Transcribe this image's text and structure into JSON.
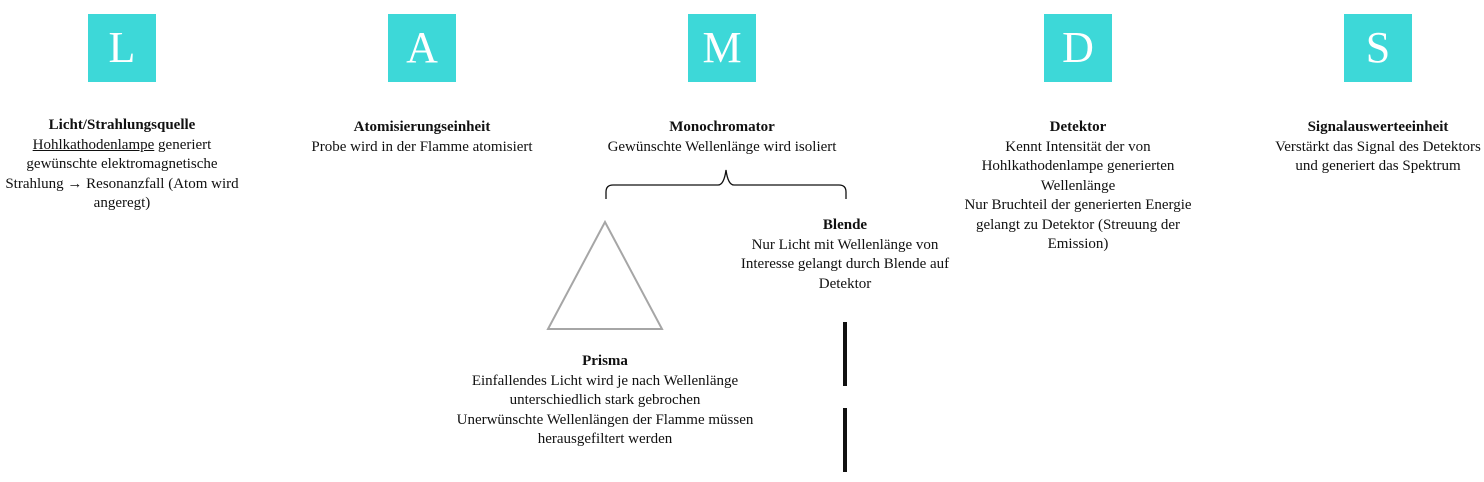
{
  "tiles": {
    "l": "L",
    "a": "A",
    "m": "M",
    "d": "D",
    "s": "S"
  },
  "lichtquelle": {
    "title": "Licht/Strahlungsquelle",
    "underlined": "Hohlkathodenlampe",
    "text_rest": " generiert gewünschte elektromagnetische Strahlung → Resonanzfall (Atom wird angeregt)"
  },
  "atomisierung": {
    "title": "Atomisierungseinheit",
    "text": "Probe wird in der Flamme atomisiert"
  },
  "monochromator": {
    "title": "Monochromator",
    "text": "Gewünschte Wellenlänge wird isoliert"
  },
  "detektor": {
    "title": "Detektor",
    "line1": "Kennt Intensität der von Hohlkathodenlampe generierten Wellenlänge",
    "line2": "Nur Bruchteil der generierten Energie gelangt zu Detektor (Streuung der Emission)"
  },
  "signal": {
    "title": "Signalauswerteeinheit",
    "text": "Verstärkt das Signal des Detektors und generiert das Spektrum"
  },
  "blende": {
    "title": "Blende",
    "text": "Nur Licht mit Wellenlänge von Interesse gelangt durch Blende auf Detektor"
  },
  "prisma": {
    "title": "Prisma",
    "line1": "Einfallendes Licht wird je nach Wellenlänge unterschiedlich stark gebrochen",
    "line2": "Unerwünschte Wellenlängen der Flamme müssen herausgefiltert werden"
  },
  "colors": {
    "tile": "#3dd8d8",
    "tile_text": "#ffffff",
    "prism_stroke": "#a6a6a6",
    "line": "#111111"
  }
}
